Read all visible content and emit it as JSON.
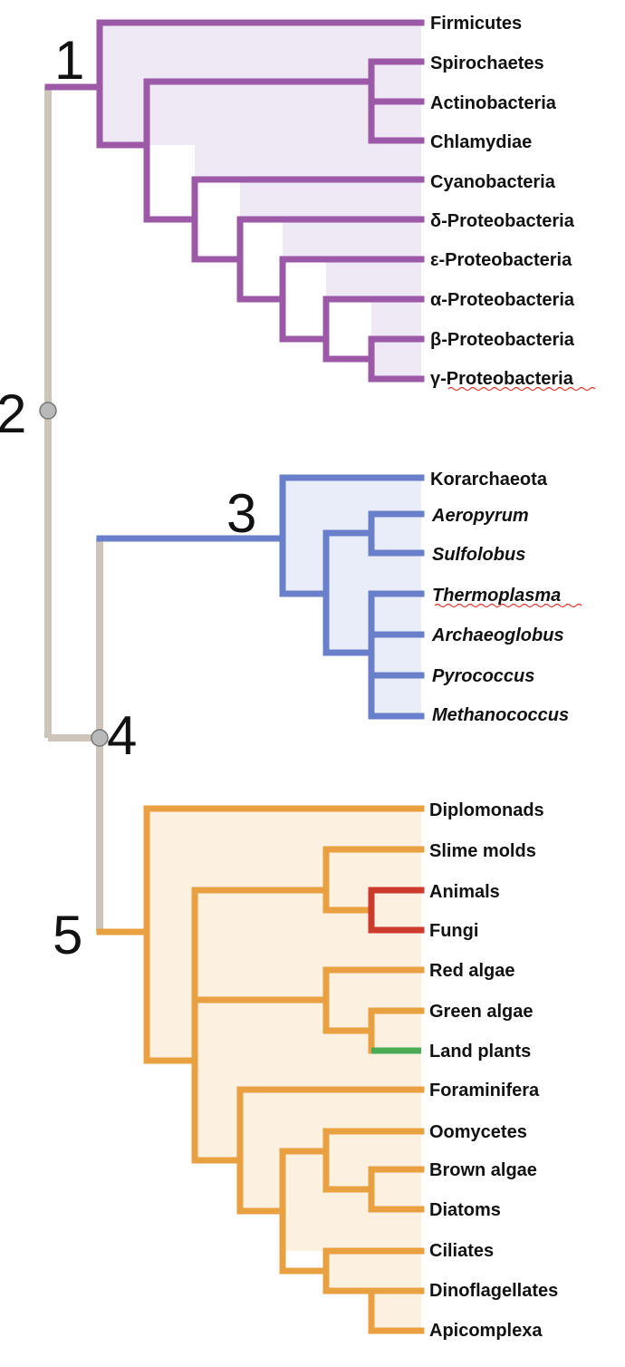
{
  "node_numbers": [
    "1",
    "2",
    "3",
    "4",
    "5"
  ],
  "colors": {
    "bacteria": "#9b59a8",
    "archaea": "#6a7fc9",
    "eukarya": "#e8a040",
    "animals_fungi": "#cc3a2b",
    "land_plants": "#4aaa57",
    "trunk": "#cdc5ba",
    "bacteria_fill": "#efe8f5",
    "archaea_fill": "#e9edfa",
    "eukarya_fill": "#fcf1e1"
  },
  "bacteria": [
    "Firmicutes",
    "Spirochaetes",
    "Actinobacteria",
    "Chlamydiae",
    "Cyanobacteria",
    "δ-Proteobacteria",
    "ε-Proteobacteria",
    "α-Proteobacteria",
    "β-Proteobacteria",
    "γ-Proteobacteria"
  ],
  "archaea": [
    "Korarchaeota",
    "Aeropyrum",
    "Sulfolobus",
    "Thermoplasma",
    "Archaeoglobus",
    "Pyrococcus",
    "Methanococcus"
  ],
  "eukarya": [
    "Diplomonads",
    "Slime molds",
    "Animals",
    "Fungi",
    "Red algae",
    "Green algae",
    "Land plants",
    "Foraminifera",
    "Oomycetes",
    "Brown algae",
    "Diatoms",
    "Ciliates",
    "Dinoflagellates",
    "Apicomplexa"
  ]
}
